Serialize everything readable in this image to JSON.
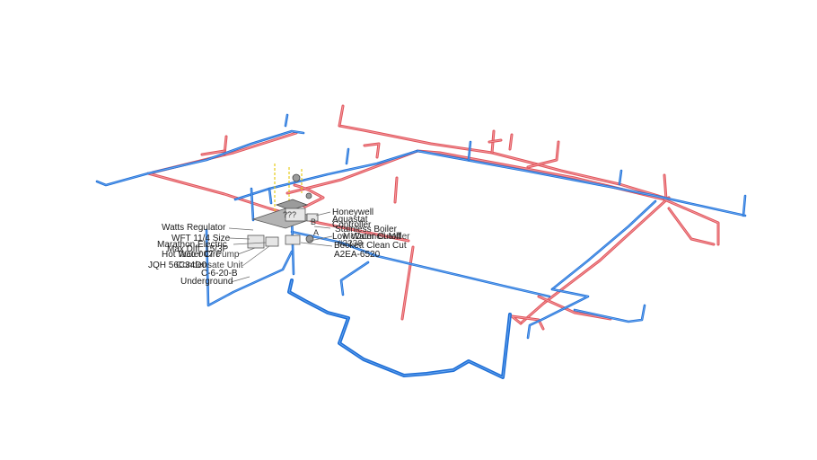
{
  "colors": {
    "hot_supply": "#e0545a",
    "hot_highlight": "#f39aa0",
    "cold_return": "#1f6fd6",
    "cold_highlight": "#6aa7f0",
    "equipment": "#9b9b9b",
    "leader": "#6b6b6b"
  },
  "labels": {
    "honeywell": "Honeywell",
    "aquastat": "Aquastat",
    "controller": "Controller",
    "stainless_boiler": "Stainless Boiler",
    "lowater_cutoff": "Low Water Cutoff",
    "mcdonnell_miller": "McDonnell-Miller",
    "mcdonnell_number": "#2230",
    "beckett": "Beckett Clean Cut",
    "beckett_model": "A2EA-6520",
    "watts": "Watts Regulator",
    "wft_size": "WFT 11/4 Size",
    "marathon": "Marathon Electric",
    "max_diff": "Max Diff. 15/3P",
    "hot_water_circ": "Hot Water Circ",
    "taco": "Taco 007 Pump",
    "jqh": "JQH 56C34D0",
    "condensate": "Condensate Unit",
    "underground": "Underground",
    "model": "C-6-20-B",
    "b_label": "B",
    "a_label": "A",
    "unknown_tag": "???"
  }
}
